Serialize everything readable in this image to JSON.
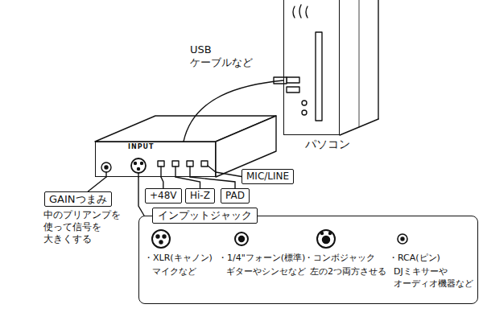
{
  "diagram": {
    "nodes": [
      {
        "text": [
          "パソコン"
        ]
      },
      {
        "text": [
          "INPUT"
        ]
      },
      {
        "text": [
          "MIC/LINE"
        ]
      },
      {
        "text": [
          "+48V"
        ]
      },
      {
        "text": [
          "Hi-Z"
        ]
      },
      {
        "text": [
          "PAD"
        ]
      },
      {
        "text": [
          "GAINつまみ",
          "中のプリアンプを 使って信号を 大きくする"
        ]
      },
      {
        "text": [
          "インプットジャック",
          "・XLR(キャノン)",
          "マイクなど",
          "・1/4\"フォーン(標準)",
          "ギターやシンセなど",
          "・コンボジャック",
          "左の2つ両方させる",
          "・RCA(ピン)",
          "DJミキサーや オーディオ機器など"
        ]
      }
    ],
    "edges": [
      {
        "from": 1,
        "to": 0,
        "arrow": "none",
        "label": "USB ケーブルなど"
      },
      {
        "from": 1,
        "to": 2,
        "arrow": "none"
      },
      {
        "from": 1,
        "to": 3,
        "arrow": "none"
      },
      {
        "from": 1,
        "to": 4,
        "arrow": "none"
      },
      {
        "from": 1,
        "to": 5,
        "arrow": "none"
      },
      {
        "from": 1,
        "to": 6,
        "arrow": "none"
      },
      {
        "from": 1,
        "to": 7,
        "arrow": "none"
      }
    ]
  }
}
